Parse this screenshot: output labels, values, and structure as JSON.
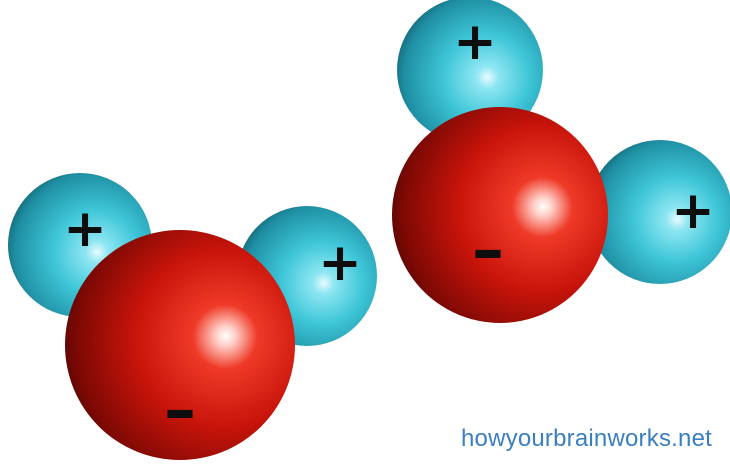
{
  "colors": {
    "oxygen": "#c8140a",
    "hydrogen": "#3ec6d8",
    "charge_text": "#0d0d0d",
    "watermark": "#3a7fc1",
    "background": "#ffffff"
  },
  "molecules": [
    {
      "atoms": [
        {
          "element": "hydrogen",
          "charge": "+"
        },
        {
          "element": "hydrogen",
          "charge": "+"
        },
        {
          "element": "oxygen",
          "charge": "–"
        }
      ]
    },
    {
      "atoms": [
        {
          "element": "hydrogen",
          "charge": "+"
        },
        {
          "element": "hydrogen",
          "charge": "+"
        },
        {
          "element": "oxygen",
          "charge": "–"
        }
      ]
    }
  ],
  "watermark": {
    "text": "howyourbrainworks.net"
  }
}
